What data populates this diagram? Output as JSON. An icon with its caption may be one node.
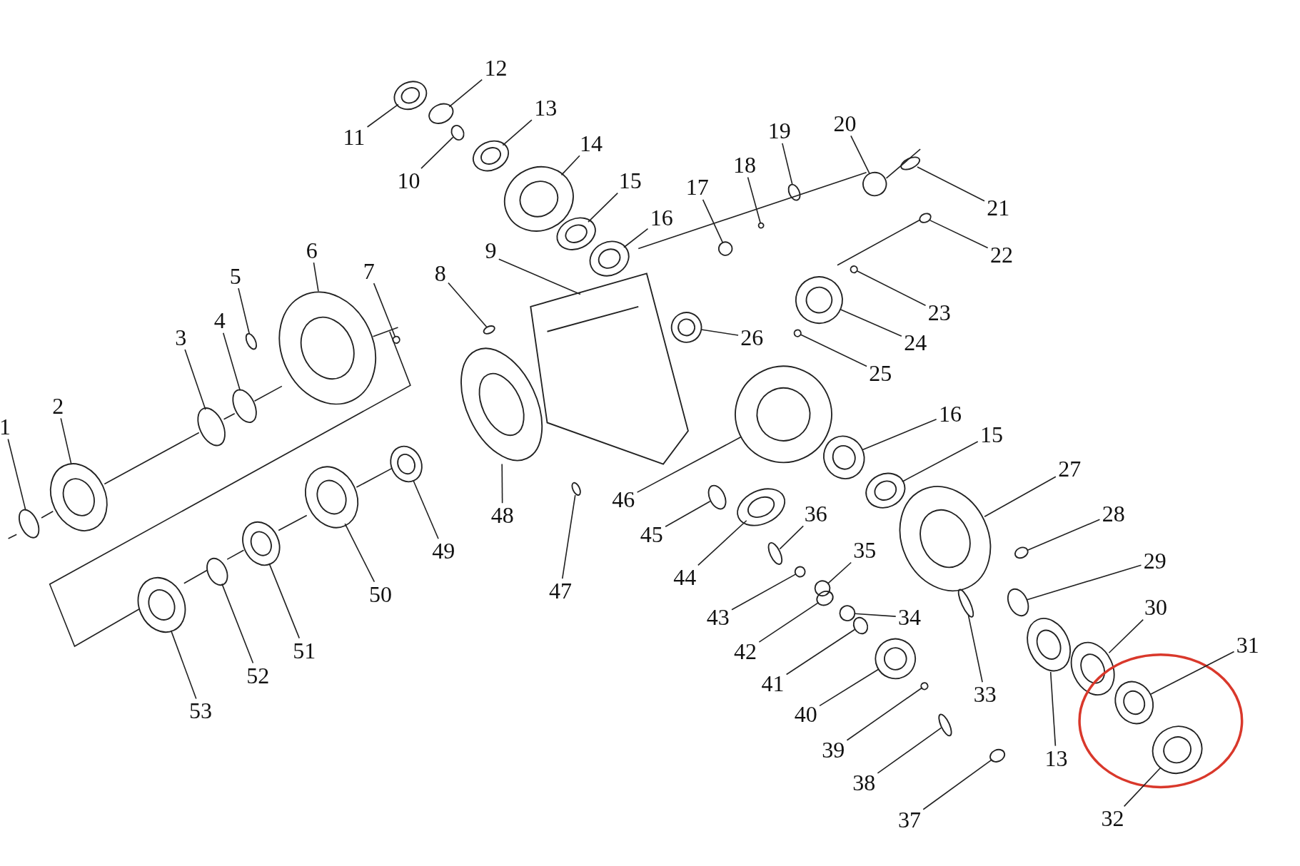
{
  "diagram": {
    "nodes": [
      {
        "text": [
          "1"
        ]
      },
      {
        "text": [
          "2"
        ]
      },
      {
        "text": [
          "3"
        ]
      },
      {
        "text": [
          "4"
        ]
      },
      {
        "text": [
          "5"
        ]
      },
      {
        "text": [
          "6"
        ]
      },
      {
        "text": [
          "7"
        ]
      },
      {
        "text": [
          "8"
        ]
      },
      {
        "text": [
          "9"
        ]
      },
      {
        "text": [
          "10"
        ]
      },
      {
        "text": [
          "11"
        ]
      },
      {
        "text": [
          "12"
        ]
      },
      {
        "text": [
          "13"
        ]
      },
      {
        "text": [
          "14"
        ]
      },
      {
        "text": [
          "15"
        ]
      },
      {
        "text": [
          "16"
        ]
      },
      {
        "text": [
          "17"
        ]
      },
      {
        "text": [
          "18"
        ]
      },
      {
        "text": [
          "19"
        ]
      },
      {
        "text": [
          "20"
        ]
      },
      {
        "text": [
          "21"
        ]
      },
      {
        "text": [
          "22"
        ]
      },
      {
        "text": [
          "23"
        ]
      },
      {
        "text": [
          "24"
        ]
      },
      {
        "text": [
          "25"
        ]
      },
      {
        "text": [
          "26"
        ]
      },
      {
        "text": [
          "27"
        ]
      },
      {
        "text": [
          "28"
        ]
      },
      {
        "text": [
          "29"
        ]
      },
      {
        "text": [
          "30"
        ]
      },
      {
        "text": [
          "31"
        ]
      },
      {
        "text": [
          "32"
        ]
      },
      {
        "text": [
          "33"
        ]
      },
      {
        "text": [
          "34"
        ]
      },
      {
        "text": [
          "35"
        ]
      },
      {
        "text": [
          "36"
        ]
      },
      {
        "text": [
          "37"
        ]
      },
      {
        "text": [
          "38"
        ]
      },
      {
        "text": [
          "39"
        ]
      },
      {
        "text": [
          "40"
        ]
      },
      {
        "text": [
          "41"
        ]
      },
      {
        "text": [
          "42"
        ]
      },
      {
        "text": [
          "43"
        ]
      },
      {
        "text": [
          "44"
        ]
      },
      {
        "text": [
          "45"
        ]
      },
      {
        "text": [
          "46"
        ]
      },
      {
        "text": [
          "47"
        ]
      },
      {
        "text": [
          "48"
        ]
      },
      {
        "text": [
          "49"
        ]
      },
      {
        "text": [
          "50"
        ]
      },
      {
        "text": [
          "51"
        ]
      },
      {
        "text": [
          "52"
        ]
      },
      {
        "text": [
          "53"
        ]
      },
      {
        "text": [
          "13"
        ]
      },
      {
        "text": [
          "15"
        ]
      },
      {
        "text": [
          "16"
        ]
      },
      {
        "text": [],
        "shape": "circle"
      },
      {
        "text": [],
        "shape": "circle"
      },
      {
        "text": [],
        "shape": "circle"
      },
      {
        "text": [],
        "shape": "circle"
      },
      {
        "text": [],
        "shape": "circle"
      },
      {
        "text": [],
        "shape": "circle"
      },
      {
        "text": [],
        "shape": "circle"
      },
      {
        "text": [],
        "shape": "circle"
      },
      {
        "text": [],
        "shape": "box"
      },
      {
        "text": [],
        "shape": "circle"
      },
      {
        "text": [],
        "shape": "circle"
      },
      {
        "text": [],
        "shape": "circle"
      },
      {
        "text": [],
        "shape": "circle"
      },
      {
        "text": [],
        "shape": "circle"
      },
      {
        "text": [],
        "shape": "circle"
      },
      {
        "text": [],
        "shape": "circle"
      },
      {
        "text": [],
        "shape": "circle"
      },
      {
        "text": [],
        "shape": "circle"
      },
      {
        "text": [],
        "shape": "circle"
      },
      {
        "text": [],
        "shape": "circle"
      },
      {
        "text": [],
        "shape": "circle"
      },
      {
        "text": [],
        "shape": "circle"
      },
      {
        "text": [],
        "shape": "circle"
      },
      {
        "text": [],
        "shape": "circle"
      },
      {
        "text": [],
        "shape": "circle"
      },
      {
        "text": [],
        "shape": "circle"
      },
      {
        "text": [],
        "shape": "circle"
      },
      {
        "text": [],
        "shape": "circle"
      },
      {
        "text": [],
        "shape": "circle"
      },
      {
        "text": [],
        "shape": "circle"
      },
      {
        "text": [],
        "shape": "circle"
      },
      {
        "text": [],
        "shape": "circle"
      },
      {
        "text": [],
        "shape": "circle"
      },
      {
        "text": [],
        "shape": "circle"
      },
      {
        "text": [],
        "shape": "circle"
      },
      {
        "text": [],
        "shape": "circle"
      },
      {
        "text": [],
        "shape": "circle"
      },
      {
        "text": [],
        "shape": "circle"
      },
      {
        "text": [],
        "shape": "circle"
      },
      {
        "text": [],
        "shape": "circle"
      },
      {
        "text": [],
        "shape": "circle"
      },
      {
        "text": [],
        "shape": "circle"
      },
      {
        "text": [],
        "shape": "circle"
      },
      {
        "text": [],
        "shape": "circle"
      },
      {
        "text": [],
        "shape": "circle"
      },
      {
        "text": [],
        "shape": "circle"
      },
      {
        "text": [],
        "shape": "circle"
      },
      {
        "text": [],
        "shape": "circle"
      },
      {
        "text": [],
        "shape": "circle"
      },
      {
        "text": [],
        "shape": "circle"
      },
      {
        "text": [],
        "shape": "circle"
      },
      {
        "text": [],
        "shape": "circle"
      },
      {
        "text": [],
        "shape": "circle"
      },
      {
        "text": [],
        "shape": "circle"
      },
      {
        "text": [],
        "shape": "circle"
      },
      {
        "text": [],
        "shape": "circle"
      }
    ],
    "edges": [
      {
        "from": 0,
        "to": 56,
        "arrow": "none"
      },
      {
        "from": 1,
        "to": 57,
        "arrow": "none"
      },
      {
        "from": 2,
        "to": 58,
        "arrow": "none"
      },
      {
        "from": 3,
        "to": 59,
        "arrow": "none"
      },
      {
        "from": 4,
        "to": 60,
        "arrow": "none"
      },
      {
        "from": 5,
        "to": 61,
        "arrow": "none"
      },
      {
        "from": 6,
        "to": 62,
        "arrow": "none"
      },
      {
        "from": 7,
        "to": 63,
        "arrow": "none"
      },
      {
        "from": 8,
        "to": 64,
        "arrow": "none"
      },
      {
        "from": 9,
        "to": 65,
        "arrow": "none"
      },
      {
        "from": 10,
        "to": 66,
        "arrow": "none"
      },
      {
        "from": 11,
        "to": 67,
        "arrow": "none"
      },
      {
        "from": 12,
        "to": 68,
        "arrow": "none"
      },
      {
        "from": 13,
        "to": 69,
        "arrow": "none"
      },
      {
        "from": 14,
        "to": 70,
        "arrow": "none"
      },
      {
        "from": 15,
        "to": 71,
        "arrow": "none"
      },
      {
        "from": 16,
        "to": 72,
        "arrow": "none"
      },
      {
        "from": 17,
        "to": 73,
        "arrow": "none"
      },
      {
        "from": 18,
        "to": 74,
        "arrow": "none"
      },
      {
        "from": 19,
        "to": 75,
        "arrow": "none"
      },
      {
        "from": 20,
        "to": 76,
        "arrow": "none"
      },
      {
        "from": 21,
        "to": 77,
        "arrow": "none"
      },
      {
        "from": 22,
        "to": 78,
        "arrow": "none"
      },
      {
        "from": 23,
        "to": 79,
        "arrow": "none"
      },
      {
        "from": 24,
        "to": 80,
        "arrow": "none"
      },
      {
        "from": 25,
        "to": 81,
        "arrow": "none"
      },
      {
        "from": 26,
        "to": 82,
        "arrow": "none"
      },
      {
        "from": 27,
        "to": 83,
        "arrow": "none"
      },
      {
        "from": 28,
        "to": 84,
        "arrow": "none"
      },
      {
        "from": 29,
        "to": 85,
        "arrow": "none"
      },
      {
        "from": 30,
        "to": 86,
        "arrow": "none"
      },
      {
        "from": 31,
        "to": 87,
        "arrow": "none"
      },
      {
        "from": 32,
        "to": 88,
        "arrow": "none"
      },
      {
        "from": 33,
        "to": 89,
        "arrow": "none"
      },
      {
        "from": 34,
        "to": 90,
        "arrow": "none"
      },
      {
        "from": 35,
        "to": 91,
        "arrow": "none"
      },
      {
        "from": 36,
        "to": 92,
        "arrow": "none"
      },
      {
        "from": 37,
        "to": 93,
        "arrow": "none"
      },
      {
        "from": 38,
        "to": 94,
        "arrow": "none"
      },
      {
        "from": 39,
        "to": 95,
        "arrow": "none"
      },
      {
        "from": 40,
        "to": 96,
        "arrow": "none"
      },
      {
        "from": 41,
        "to": 97,
        "arrow": "none"
      },
      {
        "from": 42,
        "to": 98,
        "arrow": "none"
      },
      {
        "from": 43,
        "to": 99,
        "arrow": "none"
      },
      {
        "from": 44,
        "to": 100,
        "arrow": "none"
      },
      {
        "from": 45,
        "to": 101,
        "arrow": "none"
      },
      {
        "from": 46,
        "to": 102,
        "arrow": "none"
      },
      {
        "from": 47,
        "to": 103,
        "arrow": "none"
      },
      {
        "from": 48,
        "to": 104,
        "arrow": "none"
      },
      {
        "from": 49,
        "to": 105,
        "arrow": "none"
      },
      {
        "from": 50,
        "to": 106,
        "arrow": "none"
      },
      {
        "from": 51,
        "to": 107,
        "arrow": "none"
      },
      {
        "from": 52,
        "to": 108,
        "arrow": "none"
      },
      {
        "from": 53,
        "to": 109,
        "arrow": "none"
      },
      {
        "from": 54,
        "to": 110,
        "arrow": "none"
      },
      {
        "from": 55,
        "to": 111,
        "arrow": "none"
      }
    ]
  }
}
